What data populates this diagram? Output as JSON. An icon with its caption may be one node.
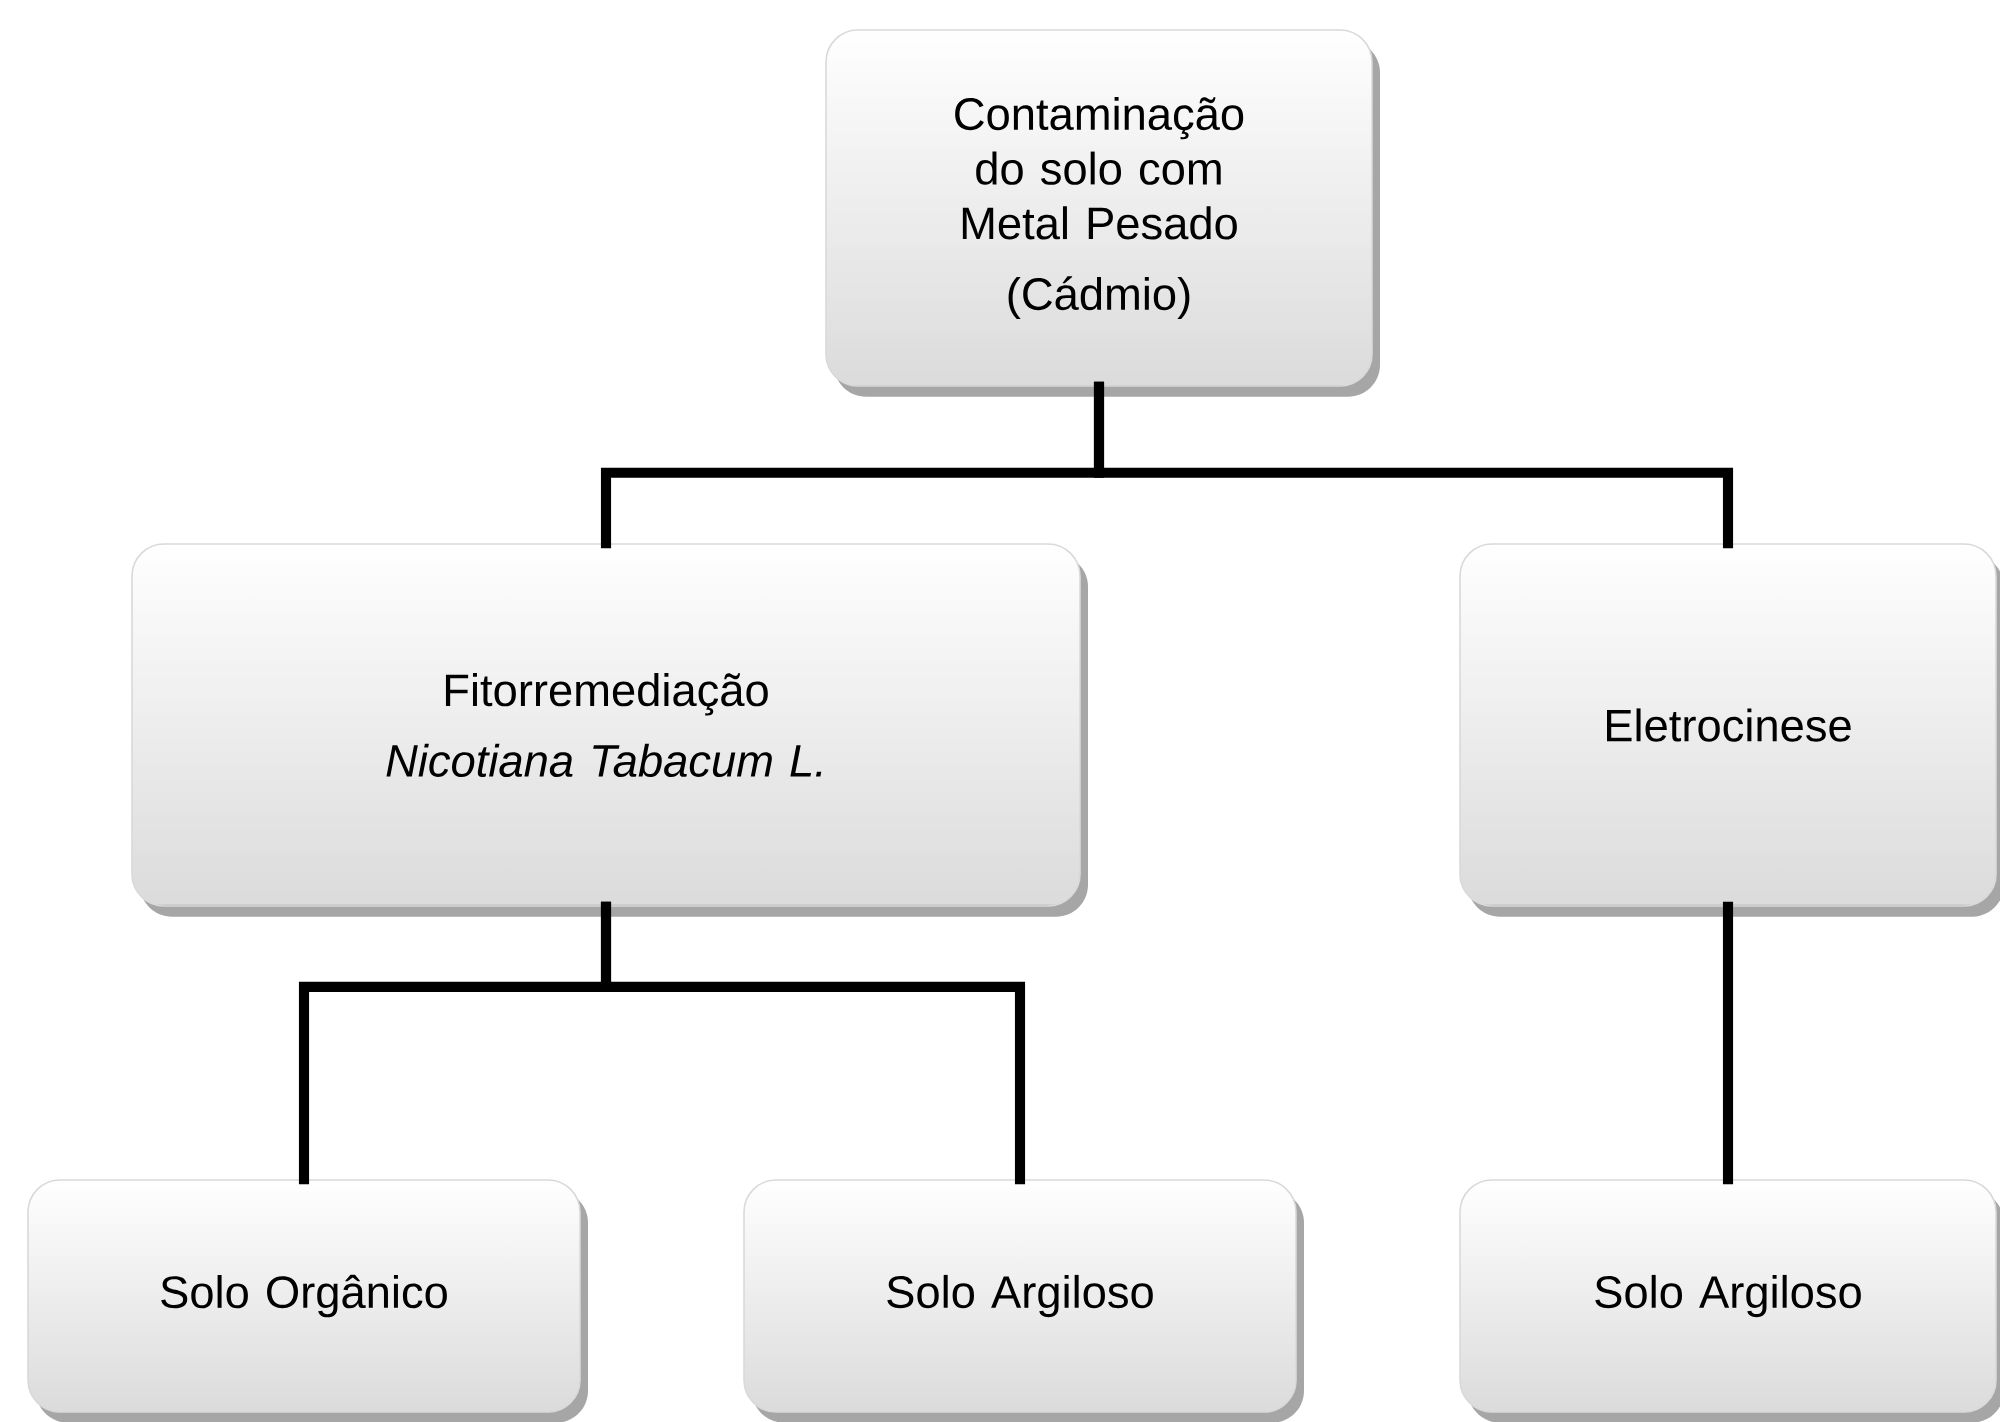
{
  "diagram": {
    "nodes": [
      {
        "text": [
          "Contaminação do solo com Metal Pesado",
          "(Cádmio)"
        ]
      },
      {
        "text": [
          "Fitorremediação",
          "Nicotiana Tabacum L."
        ]
      },
      {
        "text": [
          "Eletrocinese"
        ]
      },
      {
        "text": [
          "Solo Orgânico"
        ]
      },
      {
        "text": [
          "Solo Argiloso"
        ]
      },
      {
        "text": [
          "Solo Argiloso"
        ]
      }
    ],
    "edges": [
      {
        "from": 0,
        "to": 1,
        "arrow": "none"
      },
      {
        "from": 0,
        "to": 2,
        "arrow": "none"
      },
      {
        "from": 1,
        "to": 3,
        "arrow": "none"
      },
      {
        "from": 1,
        "to": 4,
        "arrow": "none"
      },
      {
        "from": 2,
        "to": 5,
        "arrow": "none"
      }
    ]
  }
}
